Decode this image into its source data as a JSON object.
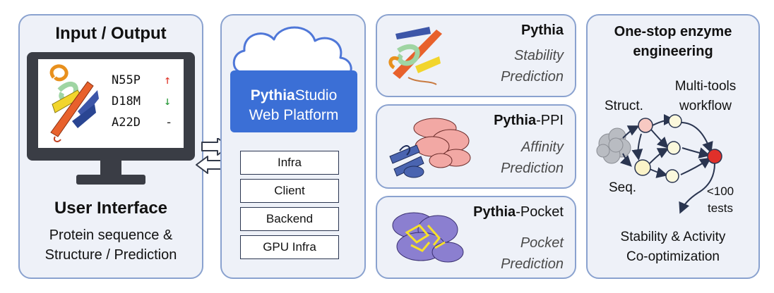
{
  "io_panel": {
    "title": "Input / Output",
    "mutations": [
      {
        "code": "N55P",
        "arrow": "↑",
        "color": "#e03b2f"
      },
      {
        "code": "D18M",
        "arrow": "↓",
        "color": "#2a9a3a"
      },
      {
        "code": "A22D",
        "arrow": "-",
        "color": "#222222"
      }
    ],
    "subtitle": "User Interface",
    "desc_line1": "Protein sequence &",
    "desc_line2": "Structure / Prediction"
  },
  "platform": {
    "name_bold": "Pythia",
    "name_rest": "Studio",
    "line2": "Web Platform",
    "stack": [
      "Infra",
      "Client",
      "Backend",
      "GPU Infra"
    ]
  },
  "tools": [
    {
      "name_bold": "Pythia",
      "name_rest": "",
      "task_line1": "Stability",
      "task_line2": "Prediction"
    },
    {
      "name_bold": "Pythia",
      "name_rest": "-PPI",
      "task_line1": "Affinity",
      "task_line2": "Prediction"
    },
    {
      "name_bold": "Pythia",
      "name_rest": "-Pocket",
      "task_line1": "Pocket",
      "task_line2": "Prediction"
    }
  ],
  "workflow": {
    "title_line1": "One-stop enzyme",
    "title_line2": "engineering",
    "multi_line1": "Multi-tools",
    "multi_line2": "workflow",
    "struct_label": "Struct.",
    "seq_label": "Seq.",
    "tests_line1": "<100",
    "tests_line2": "tests",
    "result_line1": "Stability & Activity",
    "result_line2": "Co-optimization"
  },
  "colors": {
    "panel_border": "#8aa2cf",
    "panel_fill": "#eef1f8",
    "platform_blue": "#3b6fd6",
    "monitor_dark": "#3a3d45",
    "node_pink": "#f7c9c2",
    "node_yellow": "#fbf3c8",
    "node_cream": "#fbf8dc",
    "node_red": "#e0302a"
  },
  "icons": [
    "monitor-icon",
    "cloud-icon",
    "double-arrow-icon",
    "protein-structure-icon",
    "protein-blob-icon"
  ]
}
